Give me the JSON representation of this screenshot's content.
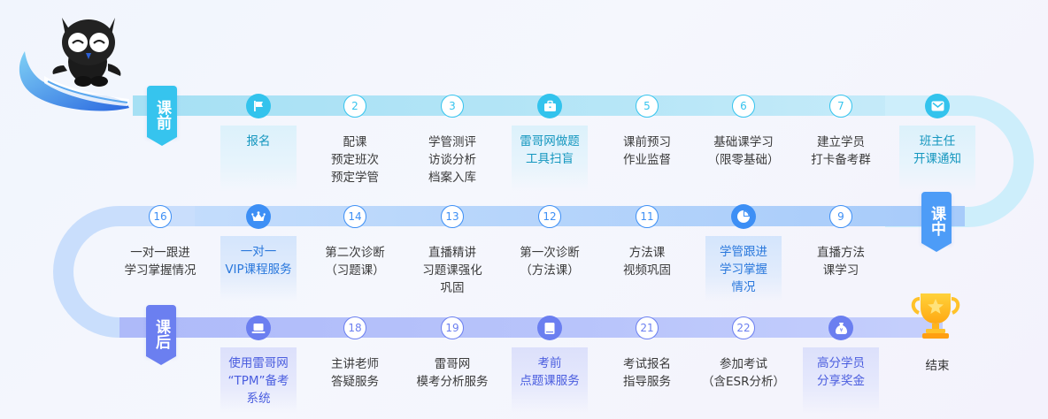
{
  "phases": {
    "pre": "课前",
    "mid": "课中",
    "post": "课后"
  },
  "colors": {
    "pre_accent": "#33c3ed",
    "mid_accent": "#3d8ff5",
    "post_accent": "#6b7ff0",
    "trophy": "#ffb81c"
  },
  "steps": {
    "s1": {
      "marker": "flag-icon",
      "label": "报名",
      "highlight": true
    },
    "s2": {
      "marker": "2",
      "label": "配课\n预定班次\n预定学管"
    },
    "s3": {
      "marker": "3",
      "label": "学管测评\n访谈分析\n档案入库"
    },
    "s4": {
      "marker": "briefcase-icon",
      "label": "雷哥网做题\n工具扫盲",
      "highlight": true
    },
    "s5": {
      "marker": "5",
      "label": "课前预习\n作业监督"
    },
    "s6": {
      "marker": "6",
      "label": "基础课学习\n（限零基础）"
    },
    "s7": {
      "marker": "7",
      "label": "建立学员\n打卡备考群"
    },
    "s8": {
      "marker": "mail-icon",
      "label": "班主任\n开课通知",
      "highlight": true
    },
    "s9": {
      "marker": "9",
      "label": "直播方法\n课学习"
    },
    "s10": {
      "marker": "pie-chart-icon",
      "label": "学管跟进\n学习掌握\n情况",
      "highlight": true
    },
    "s11": {
      "marker": "11",
      "label": "方法课\n视频巩固"
    },
    "s12": {
      "marker": "12",
      "label": "第一次诊断\n（方法课）"
    },
    "s13": {
      "marker": "13",
      "label": "直播精讲\n习题课强化\n巩固"
    },
    "s14": {
      "marker": "14",
      "label": "第二次诊断\n（习题课）"
    },
    "s15": {
      "marker": "crown-icon",
      "label": "一对一\nVIP课程服务",
      "highlight": true
    },
    "s16": {
      "marker": "16",
      "label": "一对一跟进\n学习掌握情况"
    },
    "s17": {
      "marker": "laptop-icon",
      "label": "使用雷哥网\n“TPM”备考\n系统",
      "highlight": true
    },
    "s18": {
      "marker": "18",
      "label": "主讲老师\n答疑服务"
    },
    "s19": {
      "marker": "19",
      "label": "雷哥网\n模考分析服务"
    },
    "s20": {
      "marker": "book-icon",
      "label": "考前\n点题课服务",
      "highlight": true
    },
    "s21": {
      "marker": "21",
      "label": "考试报名\n指导服务"
    },
    "s22": {
      "marker": "22",
      "label": "参加考试\n（含ESR分析）"
    },
    "s23": {
      "marker": "money-bag-icon",
      "label": "高分学员\n分享奖金",
      "highlight": true
    },
    "end": {
      "marker": "trophy-icon",
      "label": "结束"
    }
  }
}
